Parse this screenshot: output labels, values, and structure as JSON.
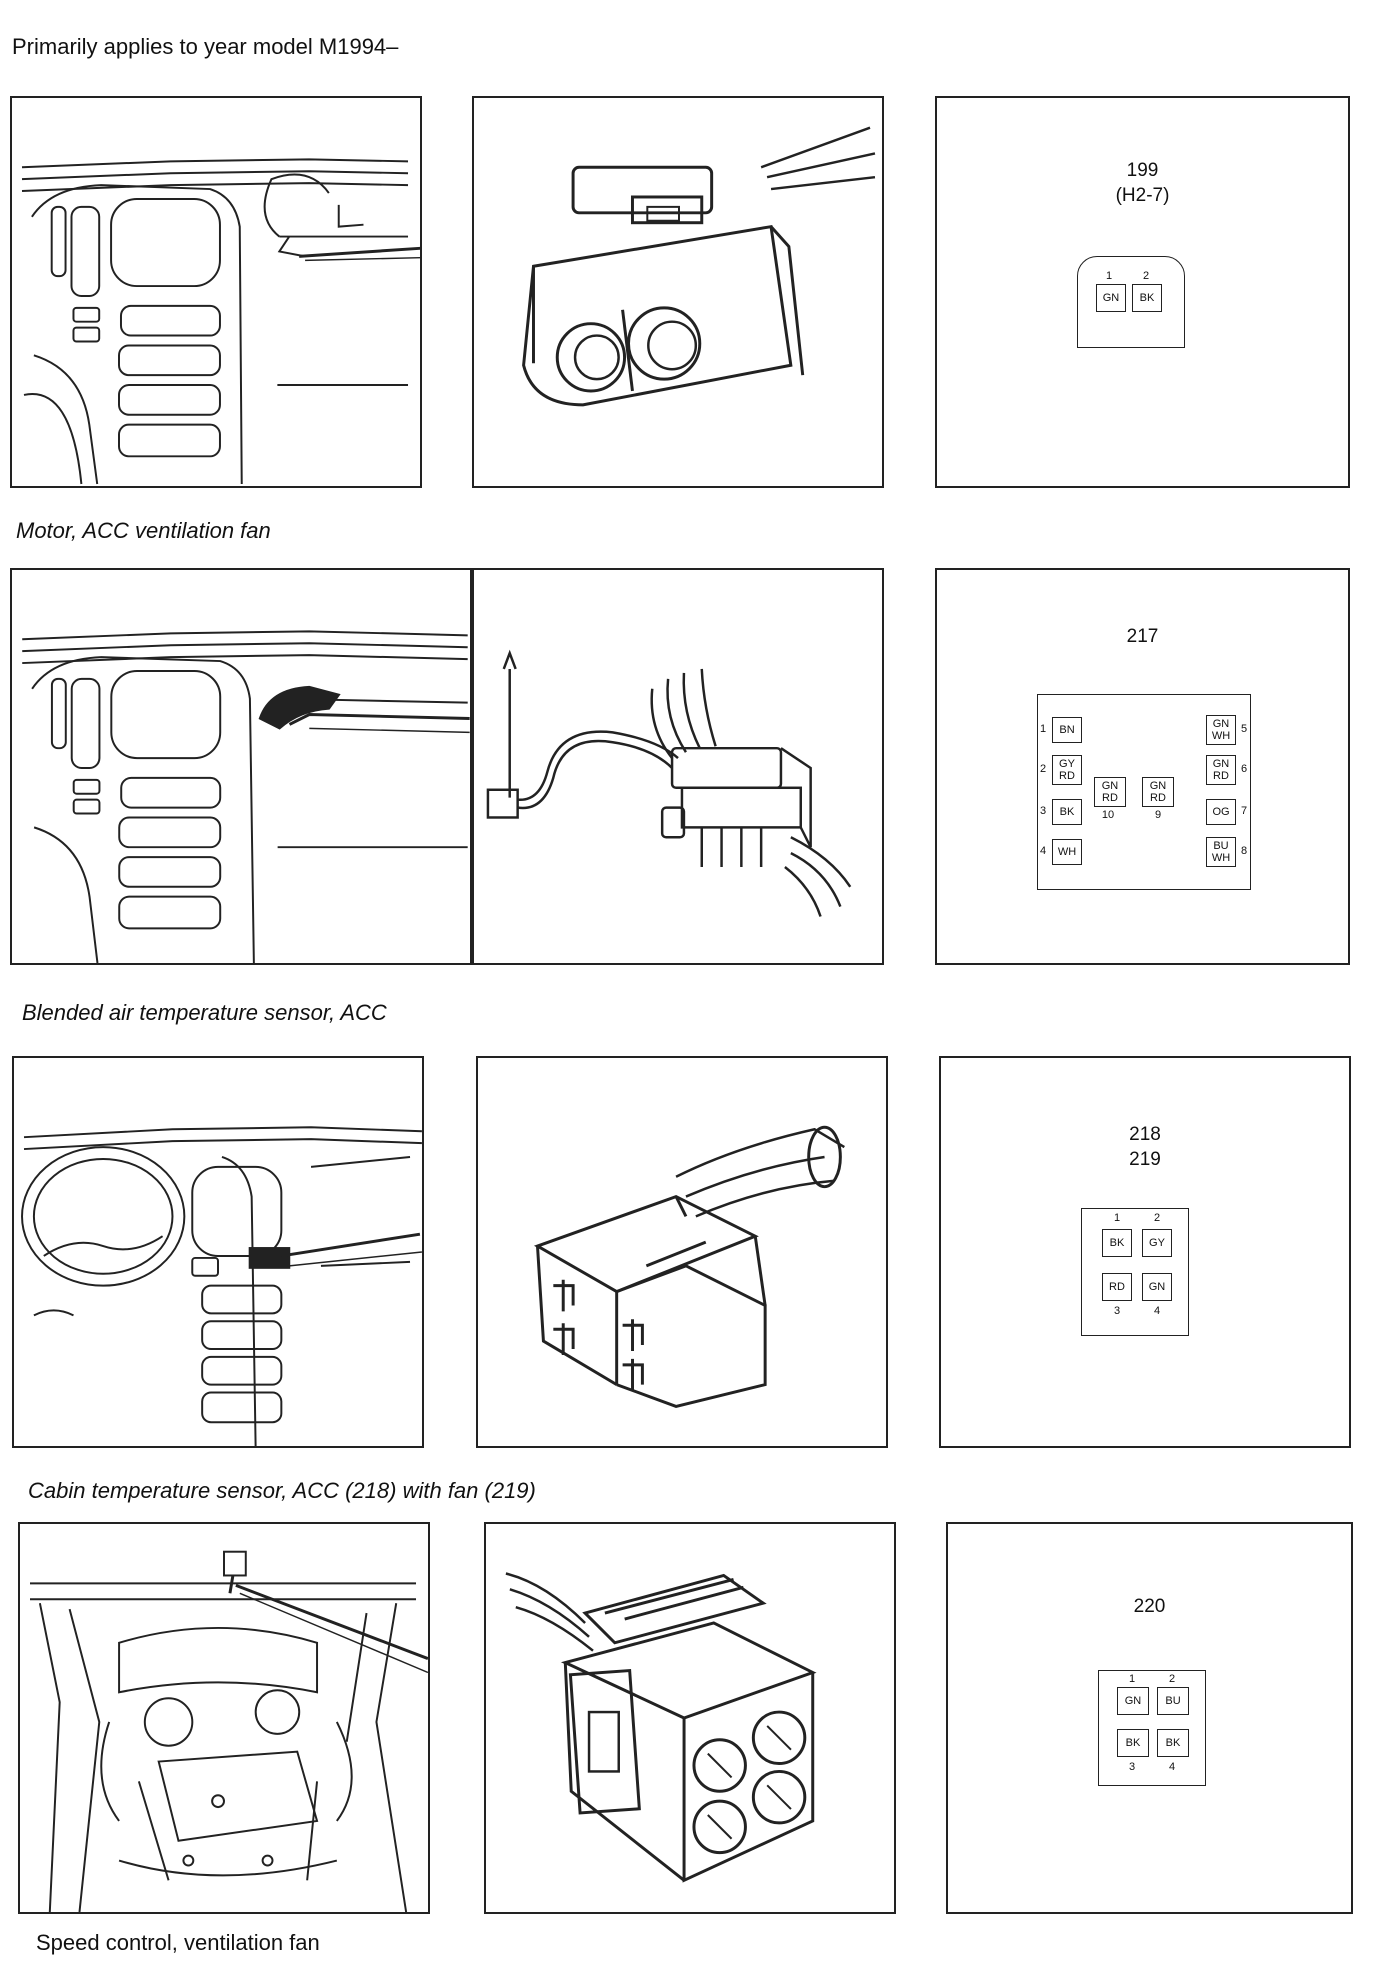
{
  "header_note": "Primarily applies to year model M1994–",
  "rows": [
    {
      "caption": "Motor, ACC ventilation fan",
      "connector": {
        "title_lines": [
          "199",
          "(H2-7)"
        ],
        "pins": [
          {
            "n": "1",
            "code": "GN"
          },
          {
            "n": "2",
            "code": "BK"
          }
        ]
      }
    },
    {
      "caption": "Blended air temperature sensor, ACC",
      "connector": {
        "title_lines": [
          "217"
        ],
        "pins": [
          {
            "n": "1",
            "code": "BN"
          },
          {
            "n": "2",
            "code": "GY\nRD"
          },
          {
            "n": "3",
            "code": "BK"
          },
          {
            "n": "4",
            "code": "WH"
          },
          {
            "n": "5",
            "code": "GN\nWH"
          },
          {
            "n": "6",
            "code": "GN\nRD"
          },
          {
            "n": "7",
            "code": "OG"
          },
          {
            "n": "8",
            "code": "BU\nWH"
          },
          {
            "n": "9",
            "code": "GN\nRD"
          },
          {
            "n": "10",
            "code": "GN\nRD"
          }
        ]
      }
    },
    {
      "caption": "Cabin temperature sensor, ACC (218) with fan (219)",
      "connector": {
        "title_lines": [
          "218",
          "219"
        ],
        "pins": [
          {
            "n": "1",
            "code": "BK"
          },
          {
            "n": "2",
            "code": "GY"
          },
          {
            "n": "3",
            "code": "RD"
          },
          {
            "n": "4",
            "code": "GN"
          }
        ]
      }
    },
    {
      "caption": "Speed control, ventilation fan",
      "connector": {
        "title_lines": [
          "220"
        ],
        "pins": [
          {
            "n": "1",
            "code": "GN"
          },
          {
            "n": "2",
            "code": "BU"
          },
          {
            "n": "3",
            "code": "BK"
          },
          {
            "n": "4",
            "code": "BK"
          }
        ]
      }
    }
  ]
}
